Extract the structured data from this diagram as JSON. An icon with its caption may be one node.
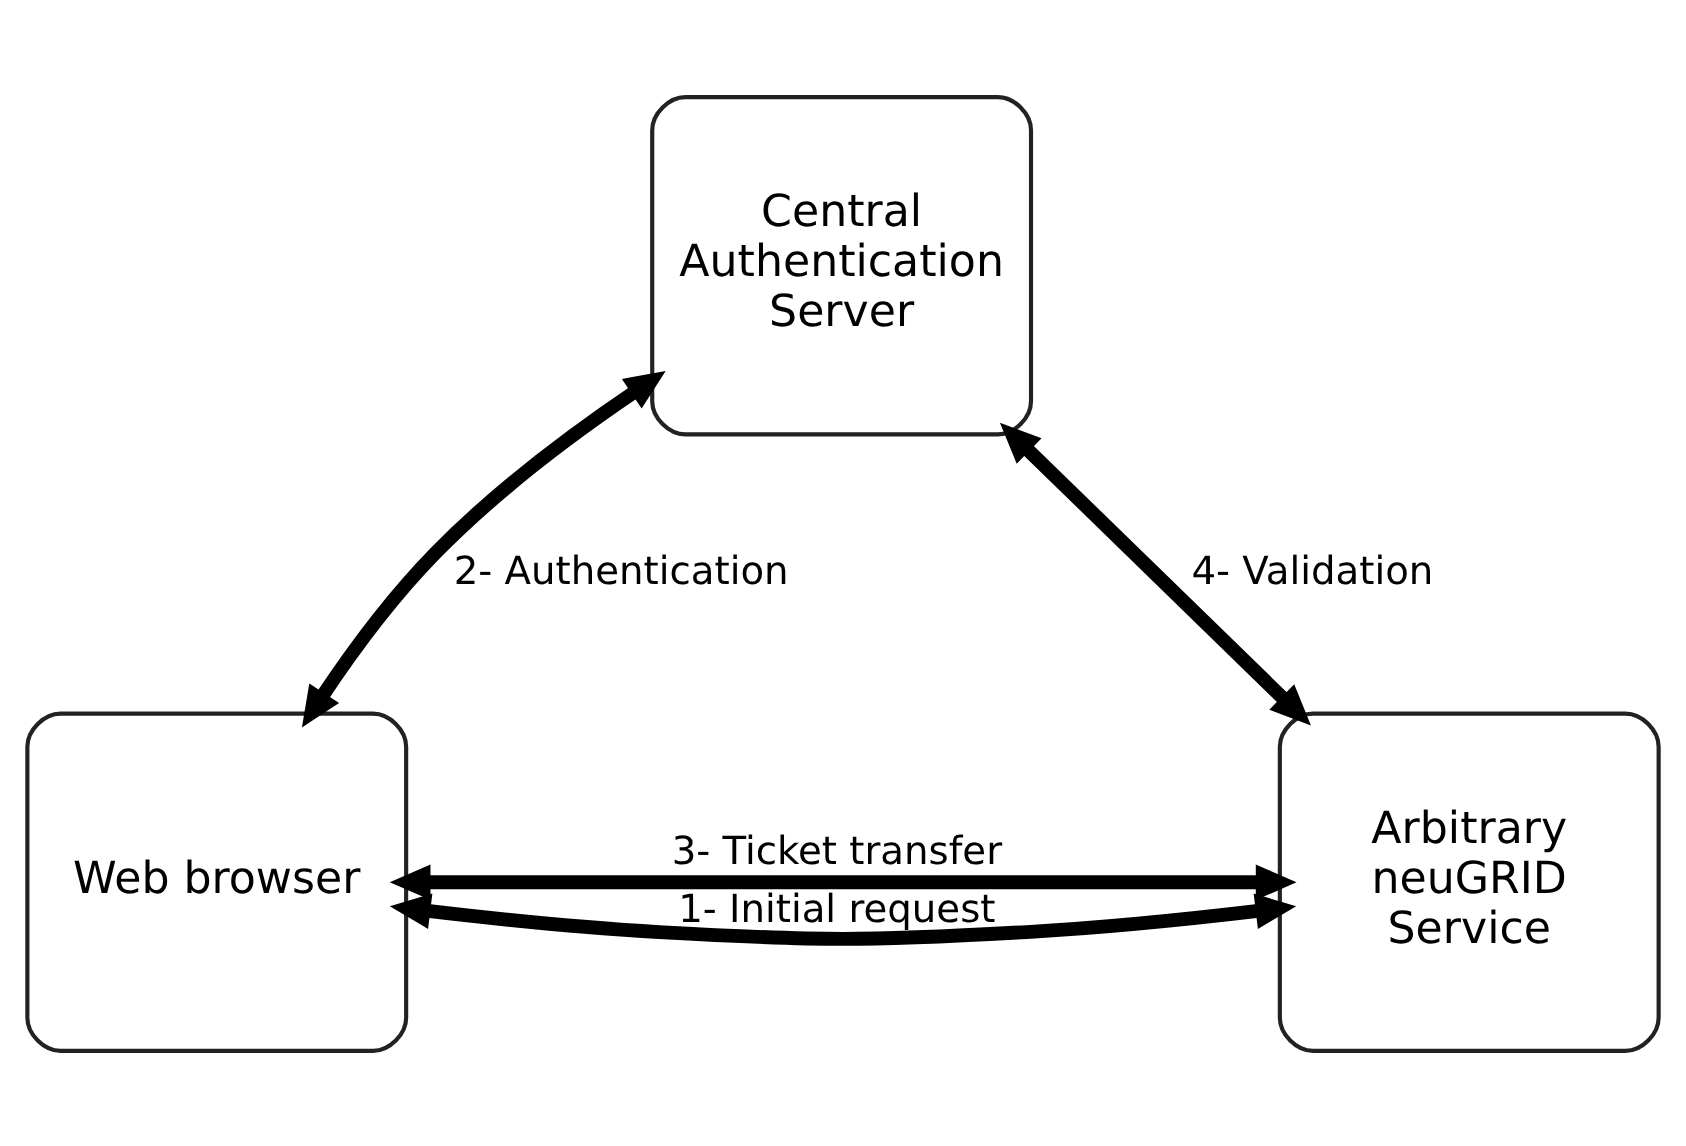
{
  "diagram": {
    "nodes": [
      {
        "text": [
          "Central Authentication Server"
        ]
      },
      {
        "text": [
          "Web browser"
        ]
      },
      {
        "text": [
          "Arbitrary neuGRID Service"
        ]
      }
    ],
    "edges": [
      {
        "from": 1,
        "to": 0,
        "arrow": "both",
        "label": "2- Authentication"
      },
      {
        "from": 0,
        "to": 2,
        "arrow": "both",
        "label": "4- Validation"
      },
      {
        "from": 1,
        "to": 2,
        "arrow": "both",
        "label": "3- Ticket transfer"
      },
      {
        "from": 1,
        "to": 2,
        "arrow": "both",
        "label": "1- Initial request"
      }
    ]
  }
}
